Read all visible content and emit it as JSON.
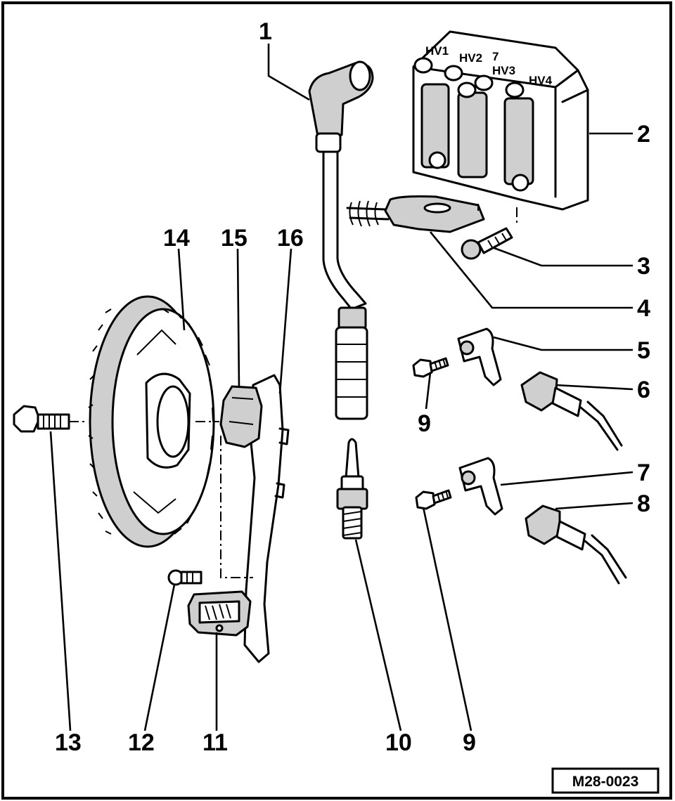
{
  "diagram": {
    "reference_code": "M28-0023",
    "callouts": {
      "c1": "1",
      "c2": "2",
      "c3": "3",
      "c4": "4",
      "c5": "5",
      "c6": "6",
      "c7": "7",
      "c8": "8",
      "c9a": "9",
      "c9b": "9",
      "c10": "10",
      "c11": "11",
      "c12": "12",
      "c13": "13",
      "c14": "14",
      "c15": "15",
      "c16": "16"
    },
    "coil_terminals": [
      "HV1",
      "HV2",
      "HV3",
      "HV4"
    ],
    "coil_mark": "7"
  }
}
